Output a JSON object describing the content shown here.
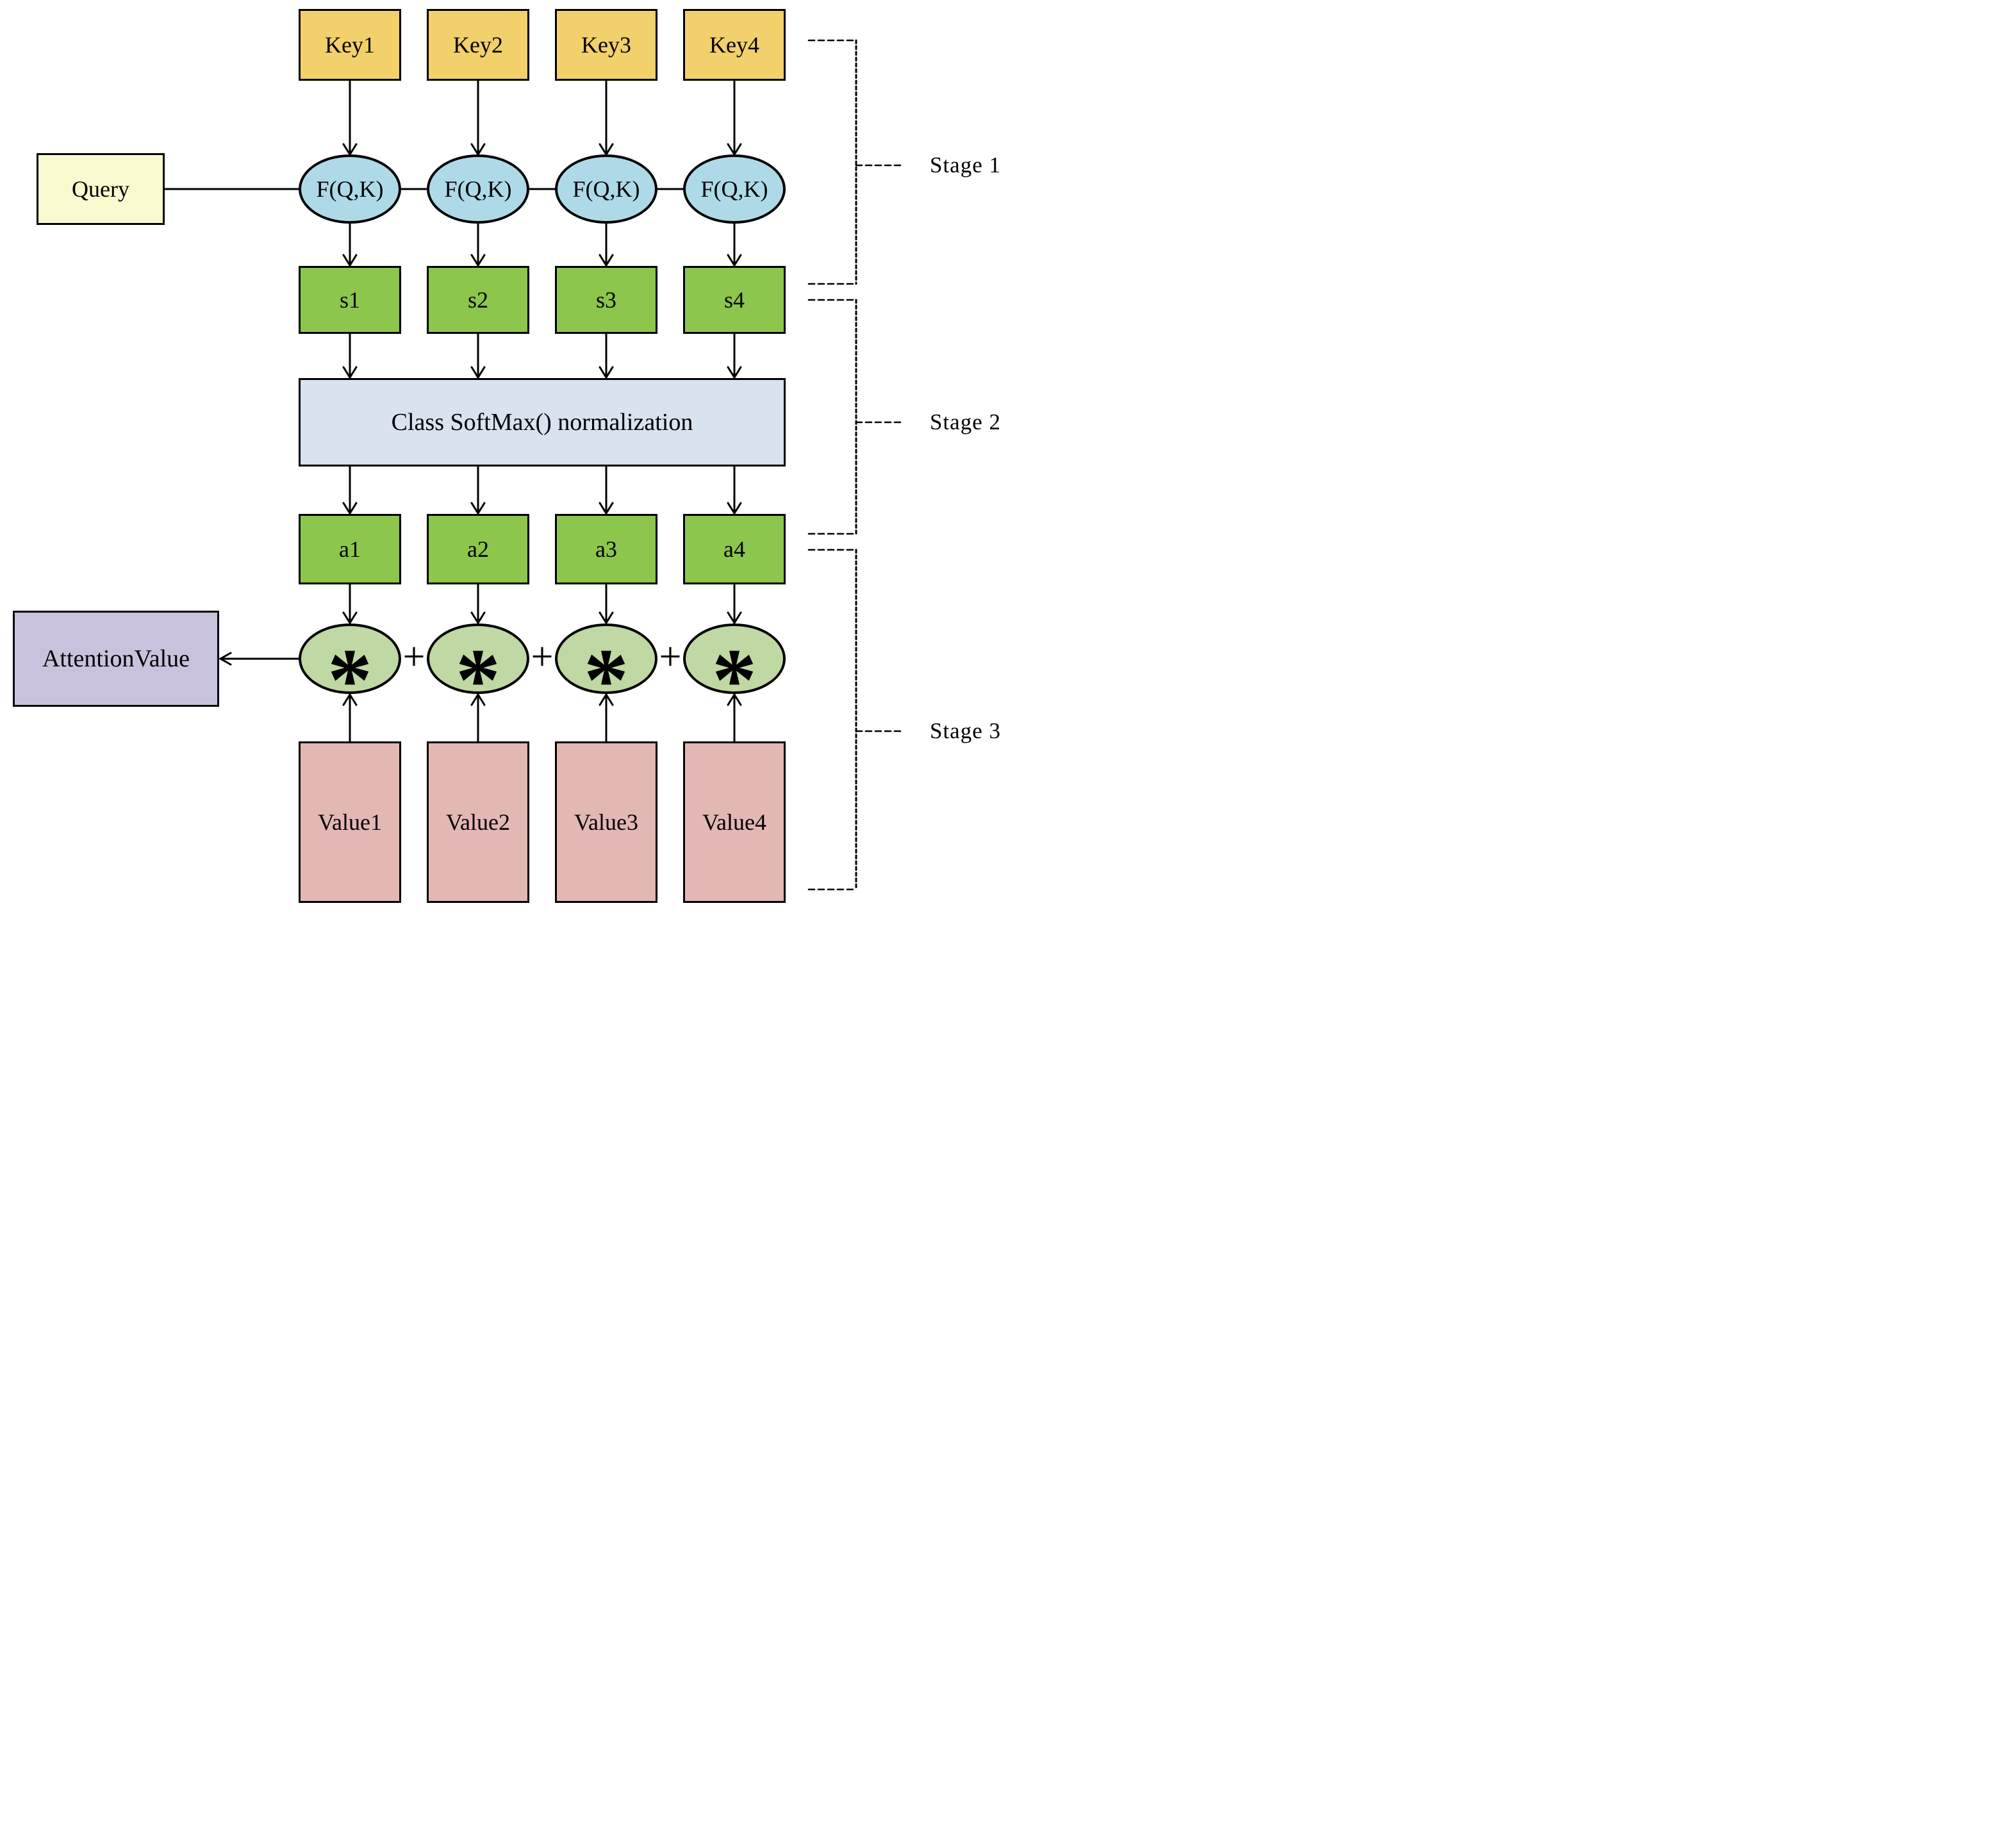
{
  "diagram": {
    "columns": [
      {
        "key": "Key1",
        "fqk": "F(Q,K)",
        "score": "s1",
        "weight": "a1",
        "value": "Value1"
      },
      {
        "key": "Key2",
        "fqk": "F(Q,K)",
        "score": "s2",
        "weight": "a2",
        "value": "Value2"
      },
      {
        "key": "Key3",
        "fqk": "F(Q,K)",
        "score": "s3",
        "weight": "a3",
        "value": "Value3"
      },
      {
        "key": "Key4",
        "fqk": "F(Q,K)",
        "score": "s4",
        "weight": "a4",
        "value": "Value4"
      }
    ],
    "query": {
      "label": "Query"
    },
    "softmax": {
      "label": "Class SoftMax() normalization"
    },
    "attention": {
      "label": "AttentionValue"
    },
    "operators": {
      "plus": "+",
      "star": "*"
    },
    "stages": [
      {
        "label": "Stage 1"
      },
      {
        "label": "Stage 2"
      },
      {
        "label": "Stage 3"
      }
    ],
    "colors": {
      "key_box": "#F2D06B",
      "query_box": "#FAFAD0",
      "fqk_ellipse": "#AEDAE8",
      "score_box": "#8CC64C",
      "softmax_box": "#D9E2EF",
      "weight_box": "#8CC64C",
      "star_ellipse": "#BFD8A4",
      "attention_box": "#C9C2DC",
      "value_box": "#E3B7B4",
      "line": "#000000",
      "background": "#FFFFFF"
    }
  }
}
